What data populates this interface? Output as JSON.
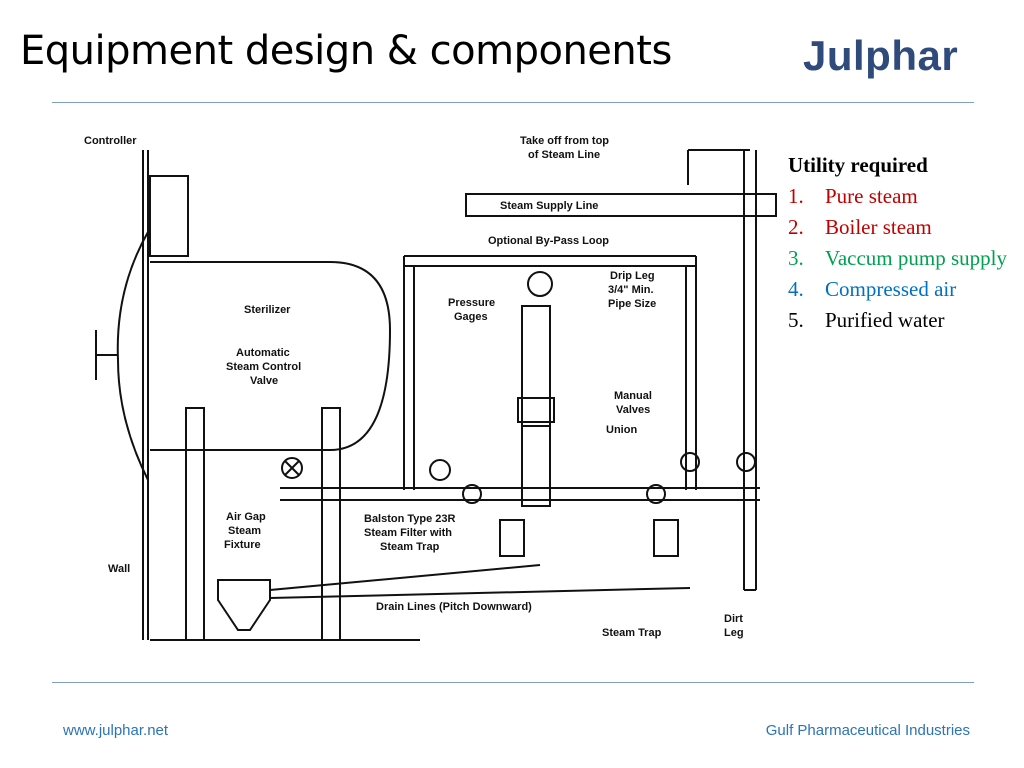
{
  "slide": {
    "title": "Equipment design & components",
    "logo_text": "Julphar"
  },
  "utility": {
    "heading": "Utility required",
    "items": [
      {
        "num": "1.",
        "text": "Pure steam",
        "color": "#c00000"
      },
      {
        "num": "2.",
        "text": "Boiler steam",
        "color": "#c00000"
      },
      {
        "num": "3.",
        "text": "Vaccum pump supply",
        "color": "#00a050"
      },
      {
        "num": "4.",
        "text": "Compressed air",
        "color": "#0070c0"
      },
      {
        "num": "5.",
        "text": "Purified water",
        "color": "#000000"
      }
    ]
  },
  "diagram": {
    "labels": {
      "controller": "Controller",
      "take_off_1": "Take off from top",
      "take_off_2": "of Steam Line",
      "steam_supply": "Steam Supply Line",
      "bypass": "Optional By-Pass Loop",
      "drip_leg_1": "Drip Leg",
      "drip_leg_2": "3/4\" Min.",
      "drip_leg_3": "Pipe Size",
      "sterilizer": "Sterilizer",
      "pressure_1": "Pressure",
      "pressure_2": "Gages",
      "auto_valve_1": "Automatic",
      "auto_valve_2": "Steam Control",
      "auto_valve_3": "Valve",
      "manual_1": "Manual",
      "manual_2": "Valves",
      "union": "Union",
      "air_gap_1": "Air Gap",
      "air_gap_2": "Steam",
      "air_gap_3": "Fixture",
      "filter_1": "Balston Type 23R",
      "filter_2": "Steam Filter with",
      "filter_3": "Steam Trap",
      "wall": "Wall",
      "drain": "Drain Lines (Pitch Downward)",
      "steam_trap": "Steam Trap",
      "dirt_1": "Dirt",
      "dirt_2": "Leg"
    }
  },
  "footer": {
    "website": "www.julphar.net",
    "company": "Gulf Pharmaceutical Industries"
  }
}
